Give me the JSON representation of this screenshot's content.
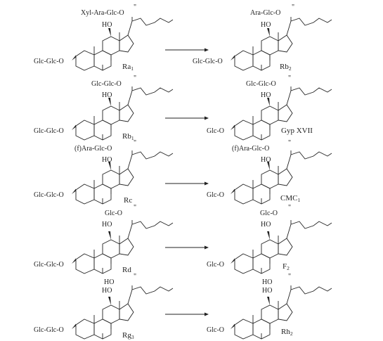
{
  "reactions": [
    {
      "substrate": {
        "label": "Ra",
        "label_sub": "1",
        "c20_group": "Xyl-Ara-Glc-O",
        "c3_group": "Glc-Glc-O",
        "oh": "HO",
        "stereo": "\""
      },
      "product": {
        "label": "Rb",
        "label_sub": "2",
        "c20_group": "Ara-Glc-O",
        "c3_group": "Glc-Glc-O",
        "oh": "HO",
        "stereo": "\""
      }
    },
    {
      "substrate": {
        "label": "Rb",
        "label_sub": "1",
        "c20_group": "Glc-Glc-O",
        "c3_group": "Glc-Glc-O",
        "oh": "HO",
        "stereo": "\""
      },
      "product": {
        "label": "Gyp XVII",
        "label_sub": "",
        "c20_group": "Glc-Glc-O",
        "c3_group": "Glc-O",
        "oh": "HO",
        "stereo": "\""
      }
    },
    {
      "substrate": {
        "label": "Rc",
        "label_sub": "",
        "c20_group": "(f)Ara-Glc-O",
        "c3_group": "Glc-Glc-O",
        "oh": "HO",
        "stereo": "\""
      },
      "product": {
        "label": "CMC",
        "label_sub": "1",
        "c20_group": "(f)Ara-Glc-O",
        "c3_group": "Glc-O",
        "oh": "HO",
        "stereo": "\""
      }
    },
    {
      "substrate": {
        "label": "Rd",
        "label_sub": "",
        "c20_group": "Glc-O",
        "c3_group": "Glc-Glc-O",
        "oh": "HO",
        "stereo": "\""
      },
      "product": {
        "label": "F",
        "label_sub": "2",
        "c20_group": "Glc-O",
        "c3_group": "Glc-O",
        "oh": "HO",
        "stereo": "\""
      }
    },
    {
      "substrate": {
        "label": "Rg",
        "label_sub": "3",
        "c20_group": "HO",
        "c3_group": "Glc-Glc-O",
        "oh": "HO",
        "stereo": "\""
      },
      "product": {
        "label": "Rh",
        "label_sub": "2",
        "c20_group": "HO",
        "c3_group": "Glc-O",
        "oh": "HO",
        "stereo": "\""
      }
    }
  ]
}
